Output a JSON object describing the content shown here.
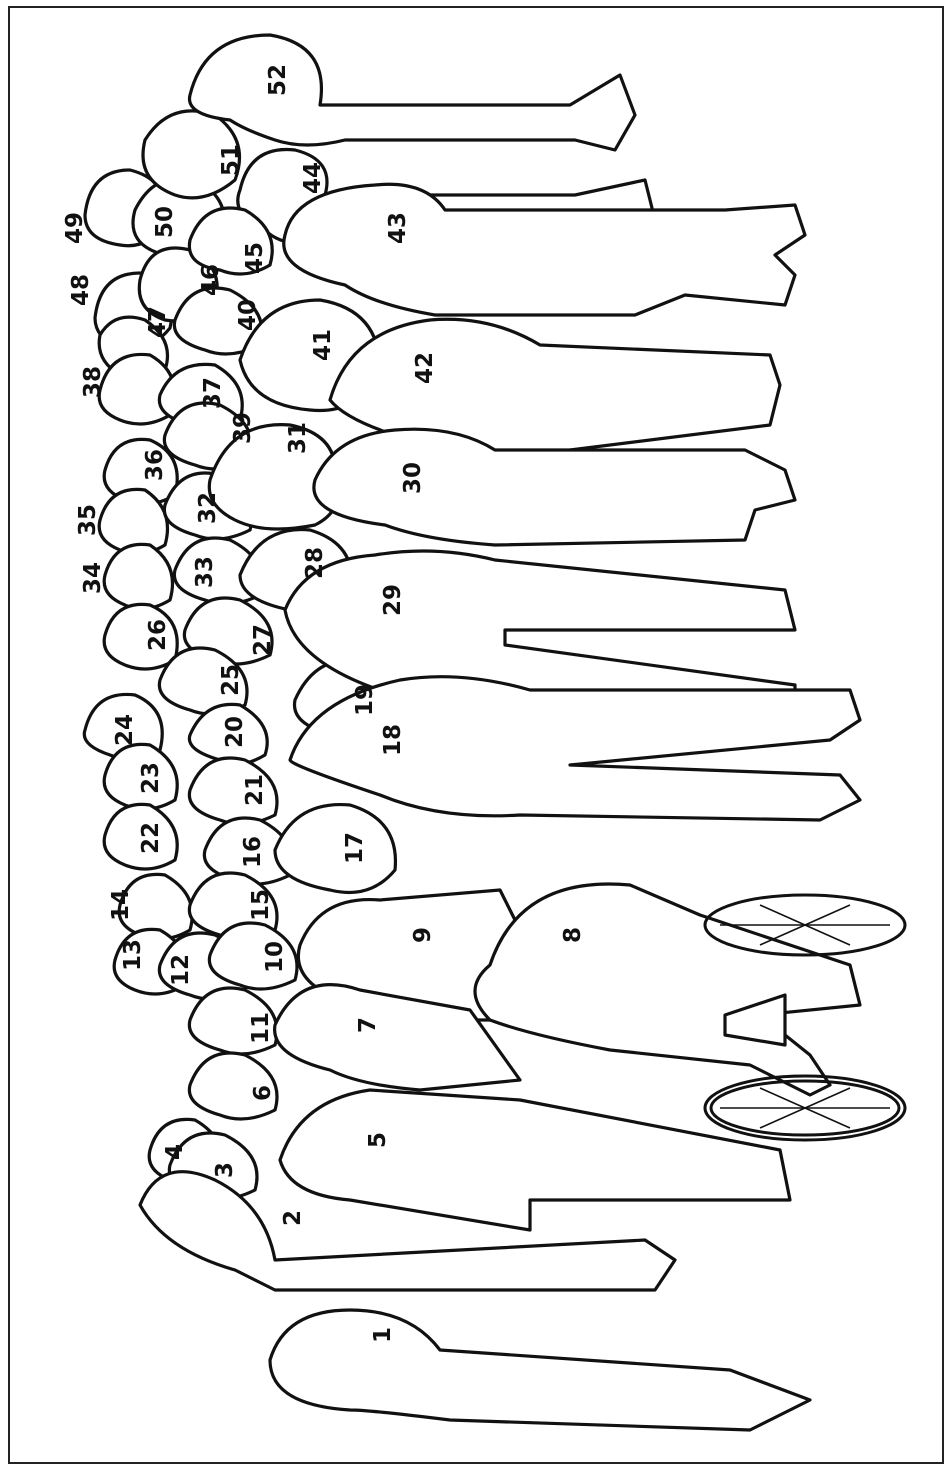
{
  "figure": {
    "labels": [
      "1",
      "2",
      "3",
      "4",
      "5",
      "6",
      "7",
      "8",
      "9",
      "10",
      "11",
      "12",
      "13",
      "14",
      "15",
      "16",
      "17",
      "18",
      "19",
      "20",
      "21",
      "22",
      "23",
      "24",
      "25",
      "26",
      "27",
      "28",
      "29",
      "30",
      "31",
      "32",
      "33",
      "34",
      "35",
      "36",
      "37",
      "38",
      "39",
      "40",
      "41",
      "42",
      "43",
      "44",
      "45",
      "46",
      "47",
      "48",
      "49",
      "50",
      "51",
      "52"
    ]
  }
}
